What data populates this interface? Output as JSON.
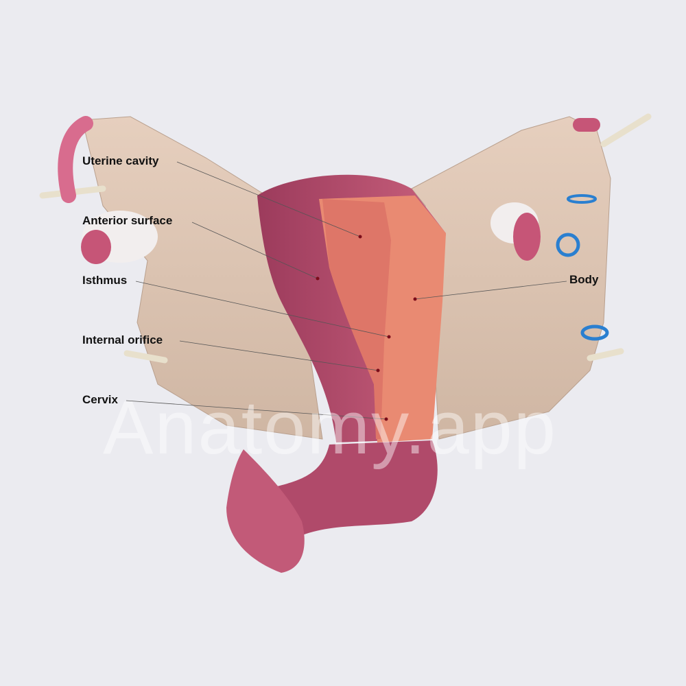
{
  "watermark": "Anatomy.app",
  "labels": {
    "uterine_cavity": "Uterine cavity",
    "anterior_surface": "Anterior surface",
    "isthmus": "Isthmus",
    "internal_orifice": "Internal orifice",
    "cervix": "Cervix",
    "body": "Body"
  },
  "colors": {
    "background": "#ebebf0",
    "ligament": "#dcc3b0",
    "uterus_wall": "#b04a6a",
    "cavity": "#e98a72",
    "leader_line": "#555555",
    "marker": "#7a0c1a",
    "suture": "#2a7fd0"
  }
}
